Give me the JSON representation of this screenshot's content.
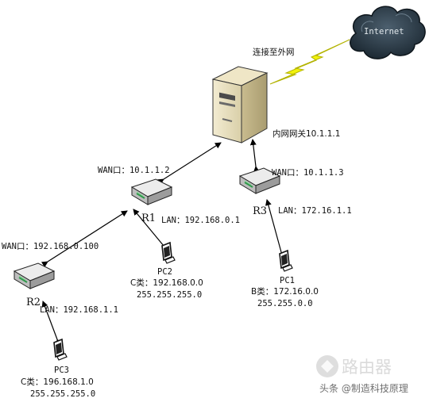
{
  "internet": {
    "label": "Internet"
  },
  "uplink": {
    "label": "连接至外网"
  },
  "gateway": {
    "label": "内网网关10.1.1.1"
  },
  "routers": {
    "r1": {
      "name": "R1",
      "wan": "WAN口：10.1.1.2",
      "lan": "LAN：192.168.0.1"
    },
    "r2": {
      "name": "R2",
      "wan": "WAN口：192.168.0.100",
      "lan": "LAN：192.168.1.1"
    },
    "r3": {
      "name": "R3",
      "wan": "WAN口：10.1.1.3",
      "lan": "LAN：172.16.1.1"
    }
  },
  "pcs": {
    "pc1": {
      "name": "PC1",
      "class_line": "B类：172.16.0.0",
      "mask": "255.255.0.0"
    },
    "pc2": {
      "name": "PC2",
      "class_line": "C类：192.168.0.0",
      "mask": "255.255.255.0"
    },
    "pc3": {
      "name": "PC3",
      "class_line": "C类：196.168.1.0",
      "mask": "255.255.255.0"
    }
  },
  "watermark": {
    "brand": "路由器",
    "account": "头条 @制造科技原理"
  },
  "colors": {
    "cloud": "#2f3f4c",
    "lightning": "#f2f20a",
    "server": "#e9dfbd",
    "router": "#d9d9d9",
    "router_accent": "#2e9a4a"
  }
}
